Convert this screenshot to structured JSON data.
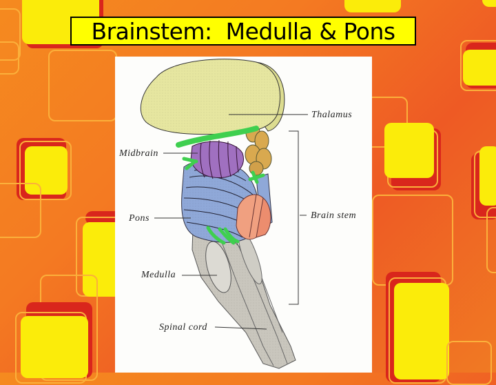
{
  "slide": {
    "title": "Brainstem:  Medulla & Pons",
    "colors": {
      "background_orange": "#f47a22",
      "accent_yellow": "#fbec0a",
      "accent_red": "#d9261c",
      "title_bg": "#ffff00"
    }
  },
  "figure": {
    "labels": {
      "thalamus": "Thalamus",
      "midbrain": "Midbrain",
      "brain_stem": "Brain stem",
      "pons": "Pons",
      "medulla": "Medulla",
      "spinal_cord": "Spinal cord"
    },
    "structure_colors": {
      "thalamus": "#e6e6a0",
      "midbrain": "#a070c0",
      "pons": "#8fa8d8",
      "medulla": "#c9c6bd",
      "nerves": "#3fcf4f",
      "pineal_colliculi": "#d9a94f",
      "cerebellar_peduncle": "#f0a080"
    }
  }
}
